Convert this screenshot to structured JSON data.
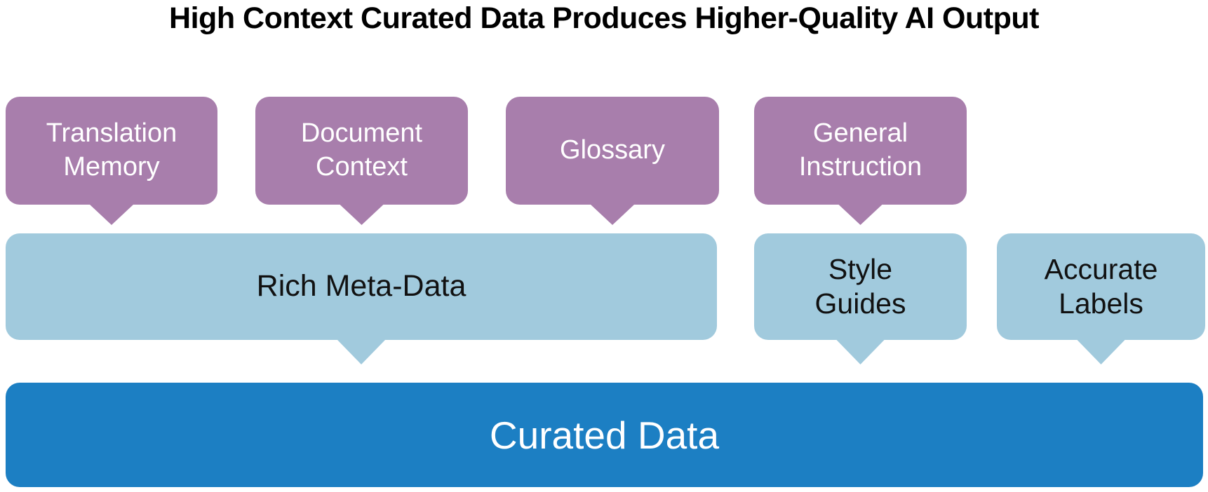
{
  "title": "High Context Curated Data Produces Higher-Quality AI Output",
  "colors": {
    "purple": "#A87EAC",
    "light-blue": "#A1CADD",
    "blue": "#1C7FC3",
    "title-text": "#000000",
    "purple-bubble-text": "#FFFFFF",
    "light-bubble-text": "#111111",
    "blue-bar-text": "#FFFFFF"
  },
  "purple_bubbles": [
    {
      "label": "Translation\nMemory"
    },
    {
      "label": "Document\nContext"
    },
    {
      "label": "Glossary"
    },
    {
      "label": "General\nInstruction"
    }
  ],
  "light_bubbles": [
    {
      "label": "Rich Meta-Data"
    },
    {
      "label": "Style\nGuides"
    },
    {
      "label": "Accurate\nLabels"
    }
  ],
  "base_bar": {
    "label": "Curated Data"
  }
}
